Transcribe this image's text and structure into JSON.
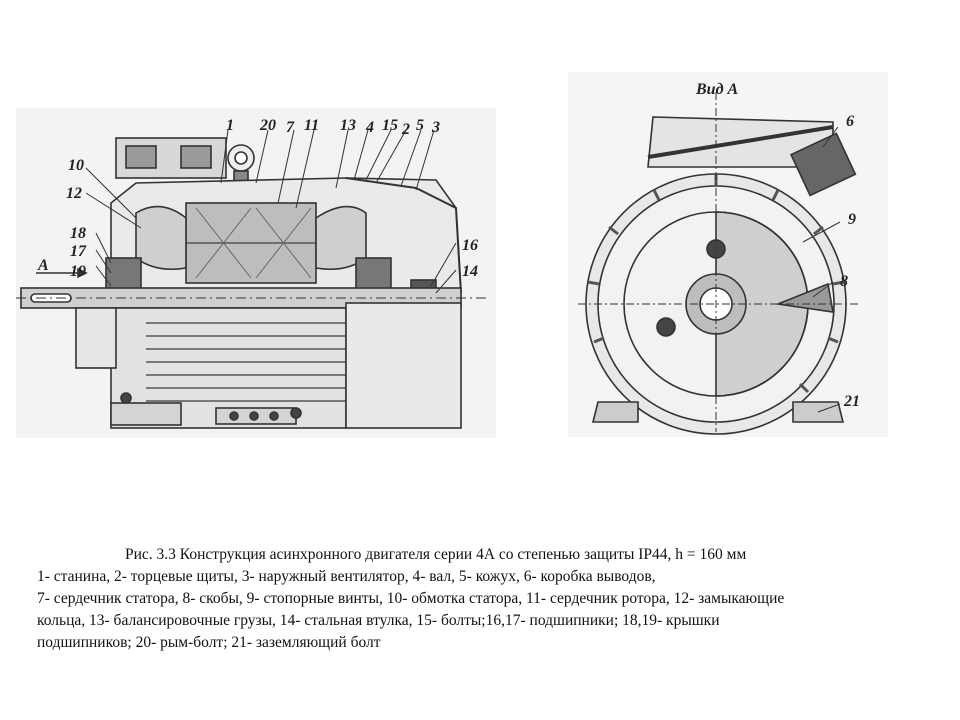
{
  "figure_left": {
    "labels": {
      "l1": "1",
      "l20": "20",
      "l7": "7",
      "l11": "11",
      "l13": "13",
      "l4": "4",
      "l15": "15",
      "l2": "2",
      "l5": "5",
      "l3": "3",
      "l10": "10",
      "l12": "12",
      "l18": "18",
      "l17": "17",
      "l19": "19",
      "l16": "16",
      "l14": "14",
      "arrowA": "A"
    }
  },
  "figure_right": {
    "title": "Вид А",
    "labels": {
      "l6": "6",
      "l9": "9",
      "l8": "8",
      "l21": "21"
    }
  },
  "caption": {
    "title": "Рис. 3.3 Конструкция асинхронного двигателя серии 4А со степенью защиты IP44,  h = 160 мм",
    "lines": [
      "1- станина, 2- торцевые щиты, 3- наружный вентилятор, 4- вал, 5- кожух, 6- коробка выводов,",
      "7- сердечник статора, 8- скобы, 9- стопорные винты, 10- обмотка статора, 11- сердечник ротора, 12- замыкающие",
      "кольца, 13- балансировочные грузы, 14- стальная втулка, 15- болты;16,17- подшипники; 18,19- крышки",
      "подшипников; 20- рым-болт; 21- заземляющий болт"
    ]
  }
}
